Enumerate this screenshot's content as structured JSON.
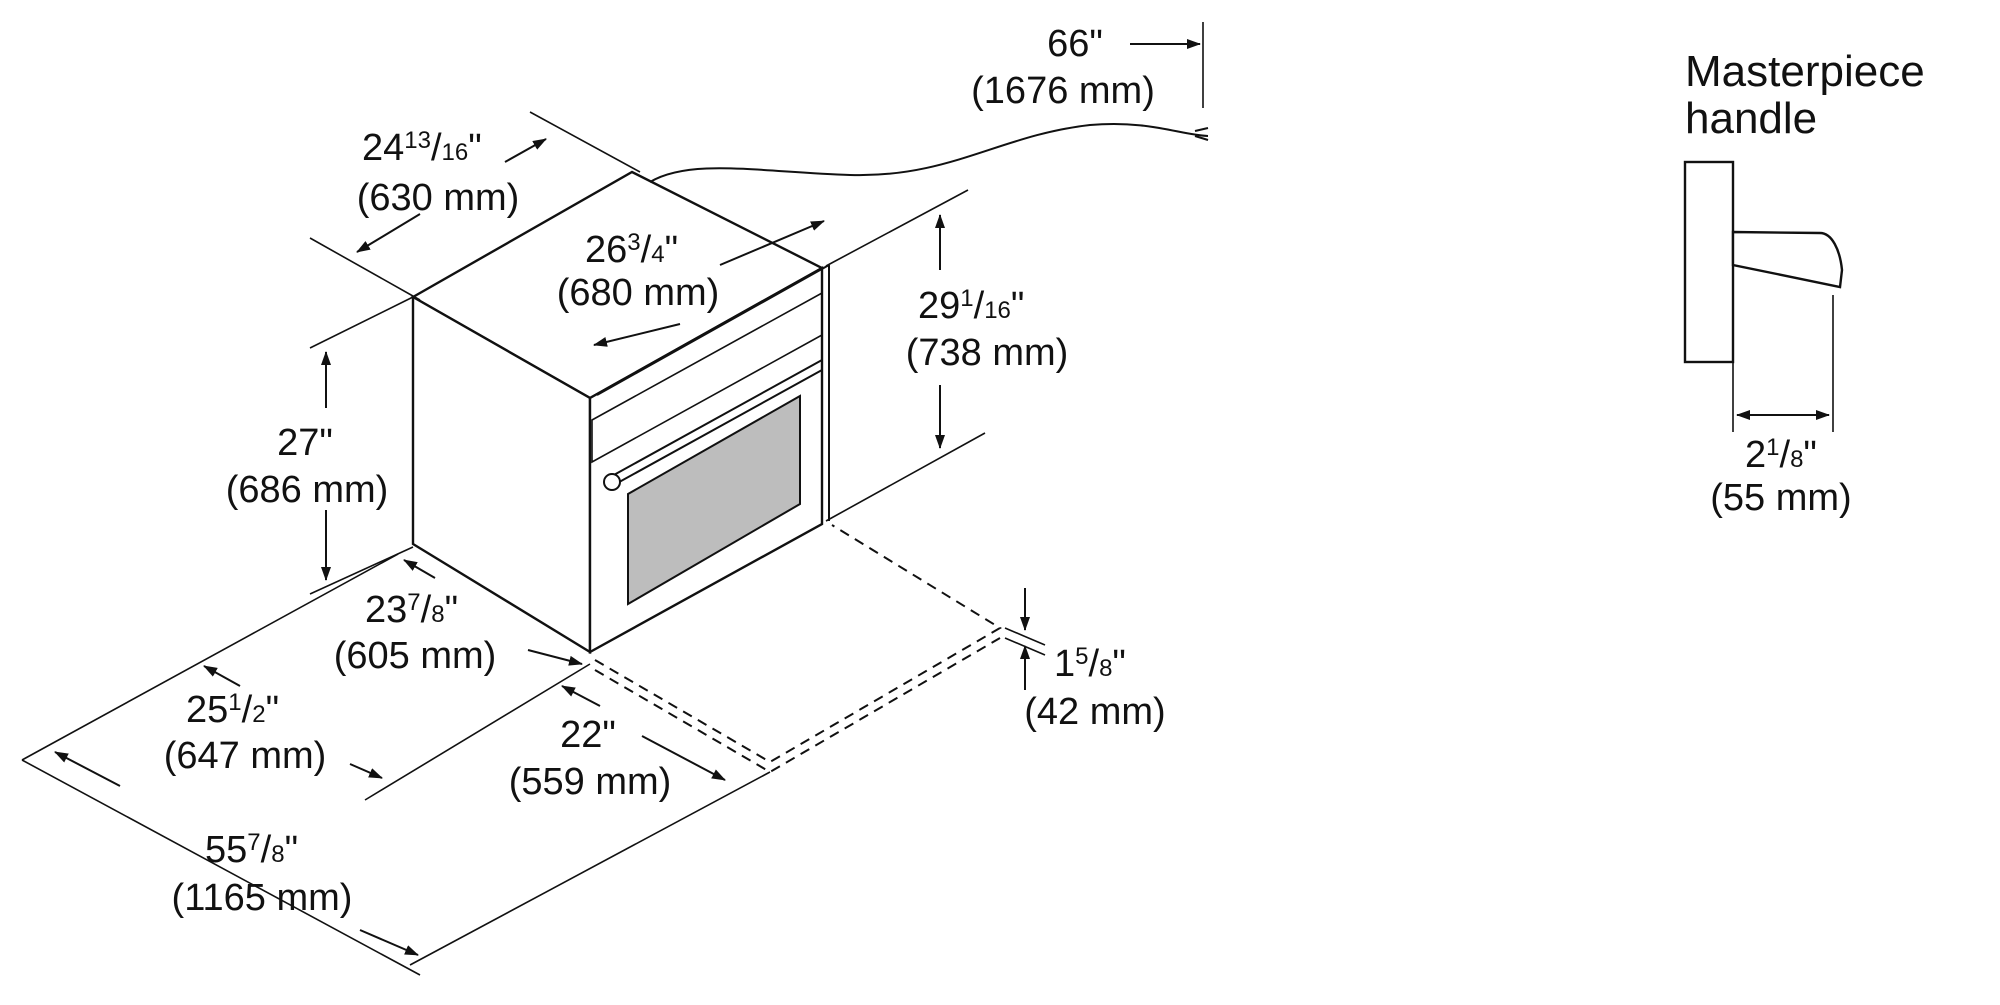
{
  "colors": {
    "line": "#111111",
    "window": "#bdbdbd",
    "background": "#ffffff"
  },
  "dimensions": {
    "cord_length": {
      "inch": "66\"",
      "mm": "(1676 mm)"
    },
    "depth_top": {
      "whole": "24",
      "frac_num": "13",
      "frac_den": "16",
      "inch_mark": "\"",
      "mm": "(630 mm)"
    },
    "front_width": {
      "whole": "26",
      "frac_num": "3",
      "frac_den": "4",
      "inch_mark": "\"",
      "mm": "(680 mm)"
    },
    "front_height": {
      "whole": "29",
      "frac_num": "1",
      "frac_den": "16",
      "inch_mark": "\"",
      "mm": "(738 mm)"
    },
    "side_height": {
      "inch": "27\"",
      "mm": "(686 mm)"
    },
    "cutout_depth_min": {
      "whole": "23",
      "frac_num": "7",
      "frac_den": "8",
      "inch_mark": "\"",
      "mm": "(605 mm)"
    },
    "cutout_depth": {
      "whole": "25",
      "frac_num": "1",
      "frac_den": "2",
      "inch_mark": "\"",
      "mm": "(647 mm)"
    },
    "door_clearance": {
      "inch": "22\"",
      "mm": "(559 mm)"
    },
    "total_depth_door_open": {
      "whole": "55",
      "frac_num": "7",
      "frac_den": "8",
      "inch_mark": "\"",
      "mm": "(1165 mm)"
    },
    "door_thickness": {
      "whole": "1",
      "frac_num": "5",
      "frac_den": "8",
      "inch_mark": "\"",
      "mm": "(42 mm)"
    },
    "handle_depth": {
      "whole": "2",
      "frac_num": "1",
      "frac_den": "8",
      "inch_mark": "\"",
      "mm": "(55 mm)"
    }
  },
  "handle_detail": {
    "title_line1": "Masterpiece",
    "title_line2": "handle"
  }
}
